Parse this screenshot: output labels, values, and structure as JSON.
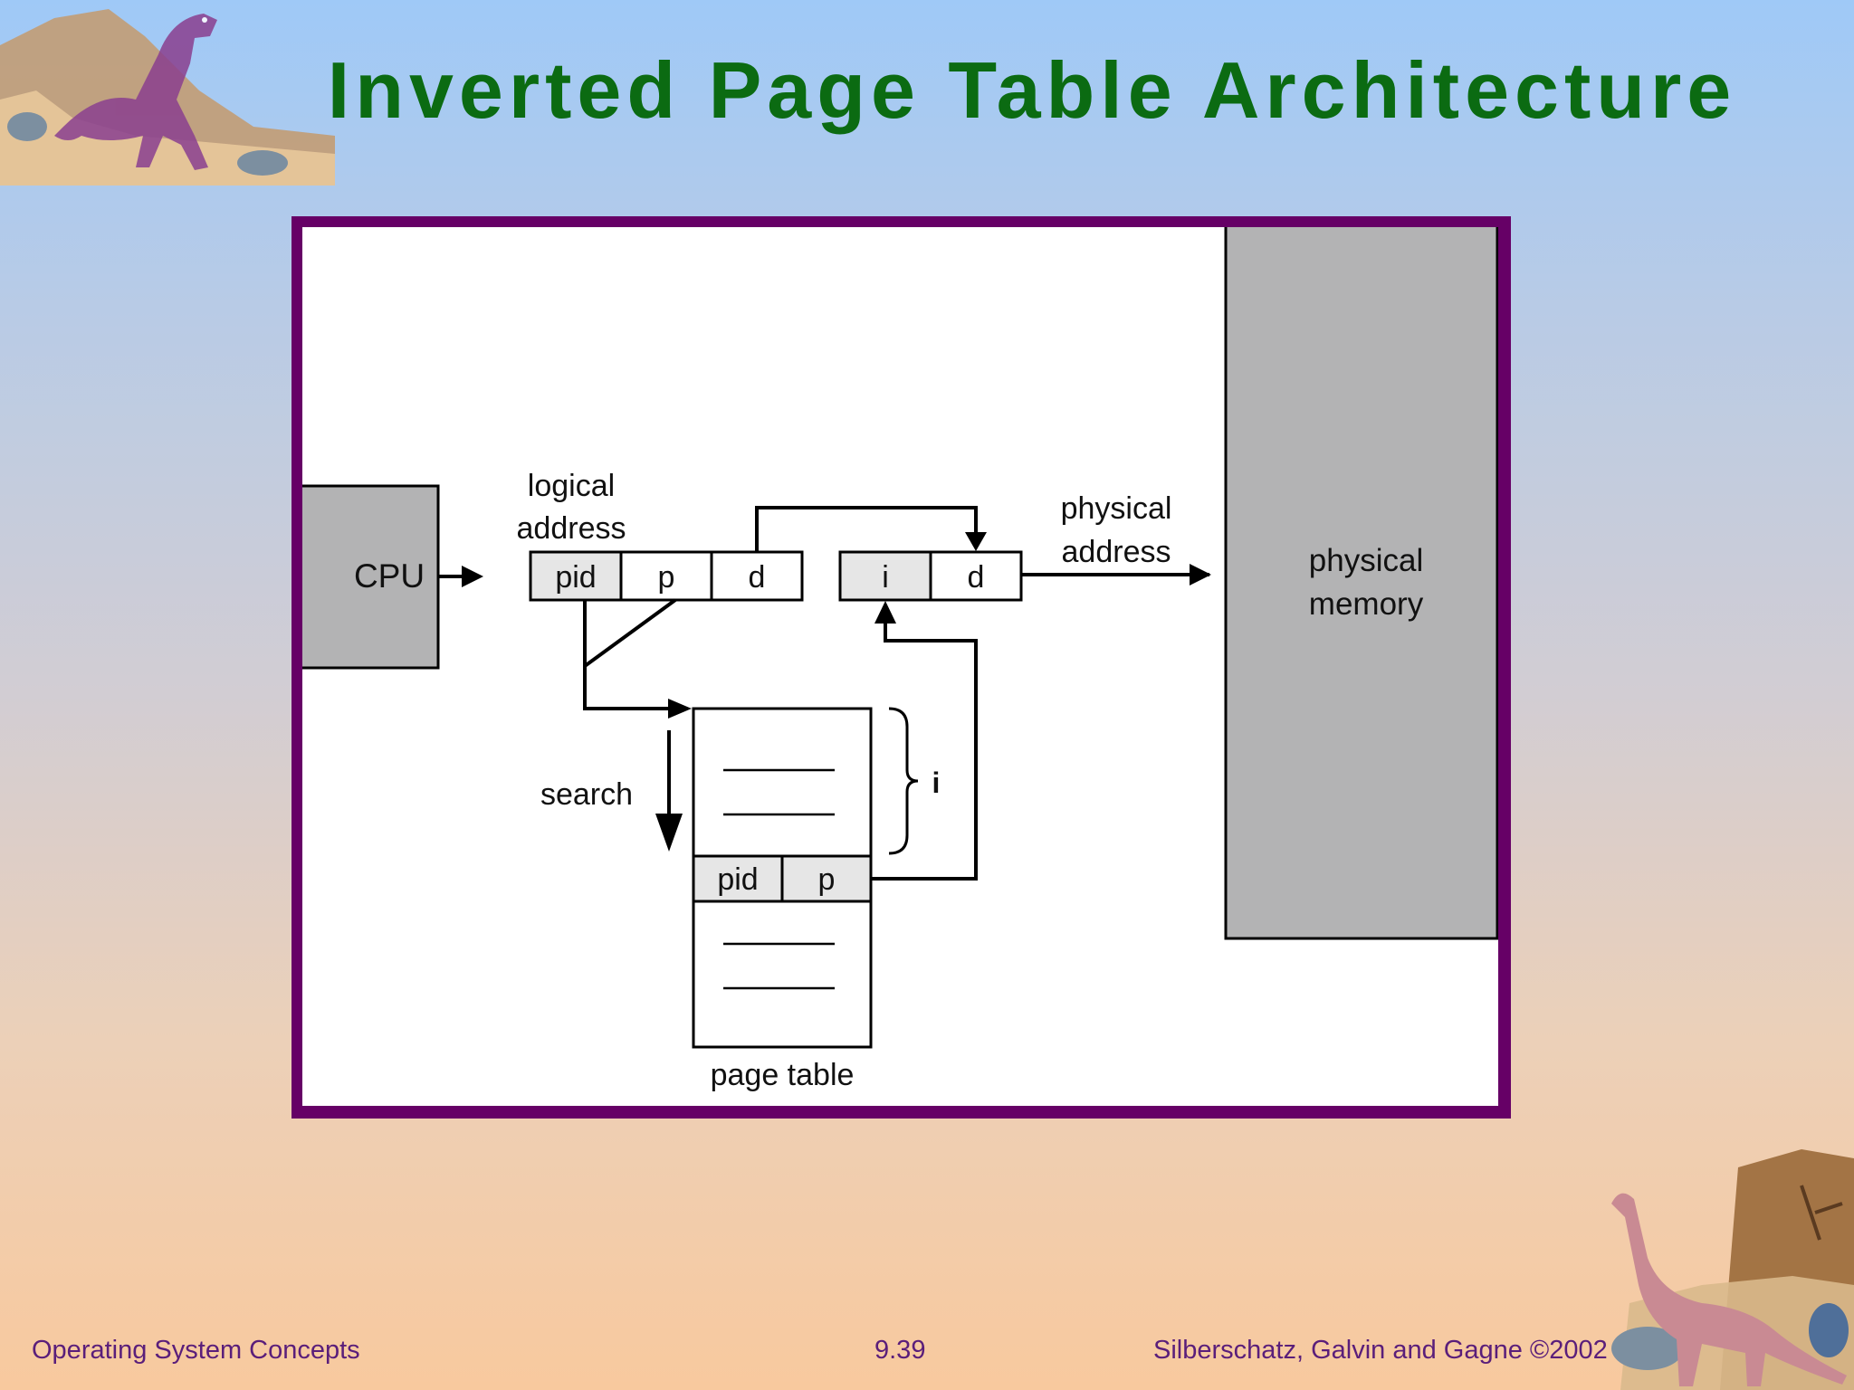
{
  "slide": {
    "title": "Inverted Page Table Architecture"
  },
  "diagram": {
    "cpu_label": "CPU",
    "logical_address_label": [
      "logical",
      "address"
    ],
    "logical_address_fields": [
      "pid",
      "p",
      "d"
    ],
    "physical_address_label": [
      "physical",
      "address"
    ],
    "physical_address_fields": [
      "i",
      "d"
    ],
    "physical_memory_label": [
      "physical",
      "memory"
    ],
    "search_label": "search",
    "brace_label": "i",
    "page_table_entry_fields": [
      "pid",
      "p"
    ],
    "page_table_label": "page table"
  },
  "footer": {
    "left": "Operating System Concepts",
    "center": "9.39",
    "right": "Silberschatz, Galvin and  Gagne ©2002"
  },
  "colors": {
    "title": "#0b6b12",
    "frame": "#660066",
    "footer_text": "#5a1e7a",
    "cpu_fill": "#b3b3b4",
    "memory_fill": "#b3b3b4",
    "field_highlight": "#e6e6e6"
  },
  "icons": {
    "top_left": "t-rex-dinosaur-illustration",
    "bottom_right": "brontosaurus-dinosaur-illustration"
  }
}
